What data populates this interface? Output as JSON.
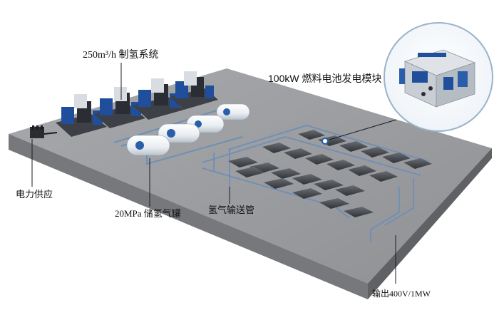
{
  "labels": {
    "hydrogen_production": "250m³/h 制氢系统",
    "fuel_cell_module": "100kW 燃料电池发电模块",
    "power_supply": "电力供应",
    "storage_tanks": "20MPa 储氢气罐",
    "pipeline": "氢气输送管",
    "output": "输出400V/1MW"
  },
  "colors": {
    "platform_top": "#9a9c9f",
    "platform_front": "#6e7073",
    "pipe": "#6f8fb6",
    "tank_body": "#f4f6f8",
    "tank_band": "#2a5ea8",
    "module_dark": "#3a3d42",
    "callout_border": "#9ab3c9",
    "machine_blue": "#1f4f9c"
  }
}
